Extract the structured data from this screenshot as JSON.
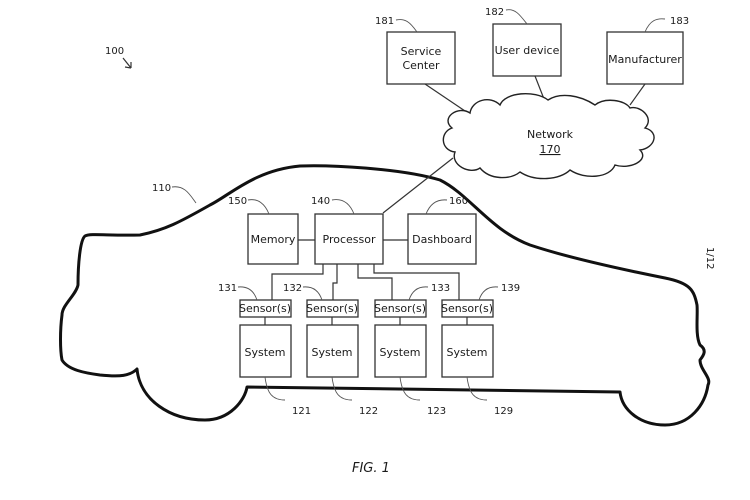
{
  "figure": {
    "caption": "FIG. 1",
    "sheet": "1/12",
    "system_ref": "100",
    "vehicle_ref": "110"
  },
  "external": [
    {
      "id": "service-center",
      "label_lines": [
        "Service",
        "Center"
      ],
      "ref": "181"
    },
    {
      "id": "user-device",
      "label_lines": [
        "User device"
      ],
      "ref": "182"
    },
    {
      "id": "manufacturer",
      "label_lines": [
        "Manufacturer"
      ],
      "ref": "183"
    }
  ],
  "network": {
    "label": "Network",
    "ref": "170"
  },
  "core": [
    {
      "id": "memory",
      "label": "Memory",
      "ref": "150"
    },
    {
      "id": "processor",
      "label": "Processor",
      "ref": "140"
    },
    {
      "id": "dashboard",
      "label": "Dashboard",
      "ref": "160"
    }
  ],
  "modules": [
    {
      "sensor_label": "Sensor(s)",
      "sensor_ref": "131",
      "system_label": "System",
      "system_ref": "121"
    },
    {
      "sensor_label": "Sensor(s)",
      "sensor_ref": "132",
      "system_label": "System",
      "system_ref": "122"
    },
    {
      "sensor_label": "Sensor(s)",
      "sensor_ref": "133",
      "system_label": "System",
      "system_ref": "123"
    },
    {
      "sensor_label": "Sensor(s)",
      "sensor_ref": "139",
      "system_label": "System",
      "system_ref": "129"
    }
  ]
}
